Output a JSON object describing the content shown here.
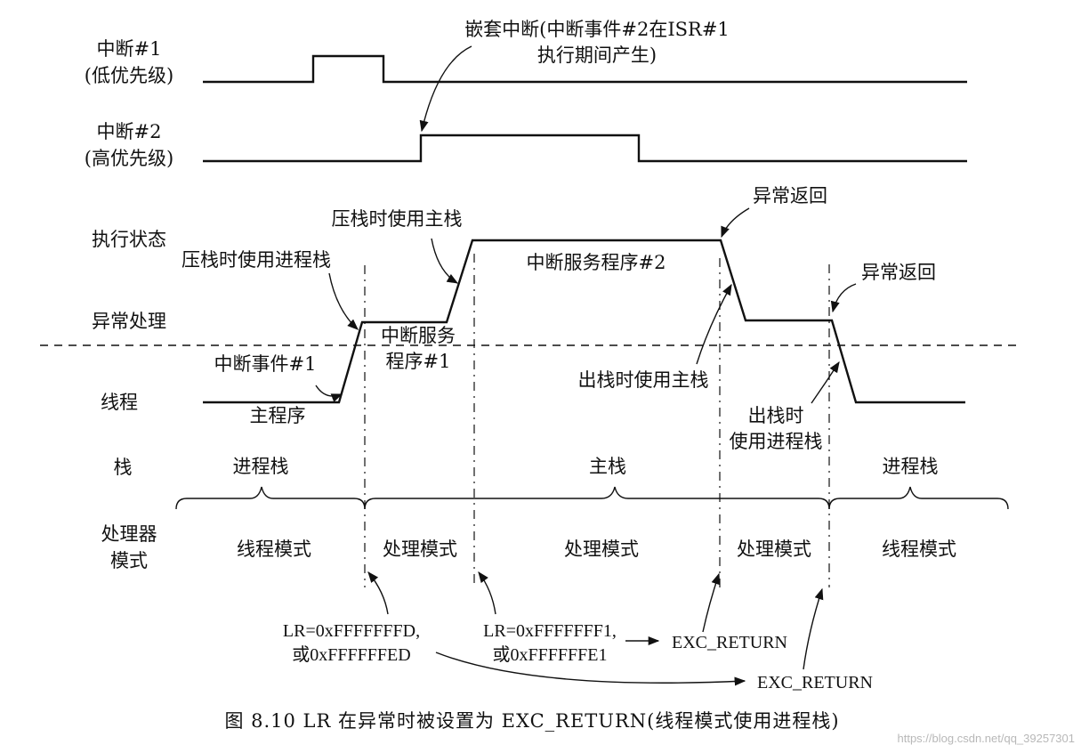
{
  "signals": {
    "irq1_name": "中断#1",
    "irq1_priority": "(低优先级)",
    "irq2_name": "中断#2",
    "irq2_priority": "(高优先级)",
    "nested_note_line1": "嵌套中断(中断事件#2在ISR#1",
    "nested_note_line2": "执行期间产生)"
  },
  "levels": {
    "exec_state": "执行状态",
    "exception_handling": "异常处理",
    "thread": "线程"
  },
  "annotations": {
    "push_process_stack": "压栈时使用进程栈",
    "push_main_stack": "压栈时使用主栈",
    "isr2": "中断服务程序#2",
    "exception_return_1": "异常返回",
    "exception_return_2": "异常返回",
    "isr1_line1": "中断服务",
    "isr1_line2": "程序#1",
    "irq_event1": "中断事件#1",
    "main_program": "主程序",
    "pop_main_stack": "出栈时使用主栈",
    "pop_process_stack_line1": "出栈时",
    "pop_process_stack_line2": "使用进程栈"
  },
  "stack_row": {
    "label": "栈",
    "process_stack_left": "进程栈",
    "main_stack": "主栈",
    "process_stack_right": "进程栈"
  },
  "mode_row": {
    "label_line1": "处理器",
    "label_line2": "模式",
    "modes": [
      "线程模式",
      "处理模式",
      "处理模式",
      "处理模式",
      "线程模式"
    ]
  },
  "lr_values": {
    "lr1_line1": "LR=0xFFFFFFFD,",
    "lr1_line2": "或0xFFFFFFED",
    "lr2_line1": "LR=0xFFFFFFF1,",
    "lr2_line2": "或0xFFFFFFE1",
    "exc_return_1": "EXC_RETURN",
    "exc_return_2": "EXC_RETURN"
  },
  "caption": "图 8.10   LR 在异常时被设置为 EXC_RETURN(线程模式使用进程栈)",
  "watermark": "https://blog.csdn.net/qq_39257301"
}
